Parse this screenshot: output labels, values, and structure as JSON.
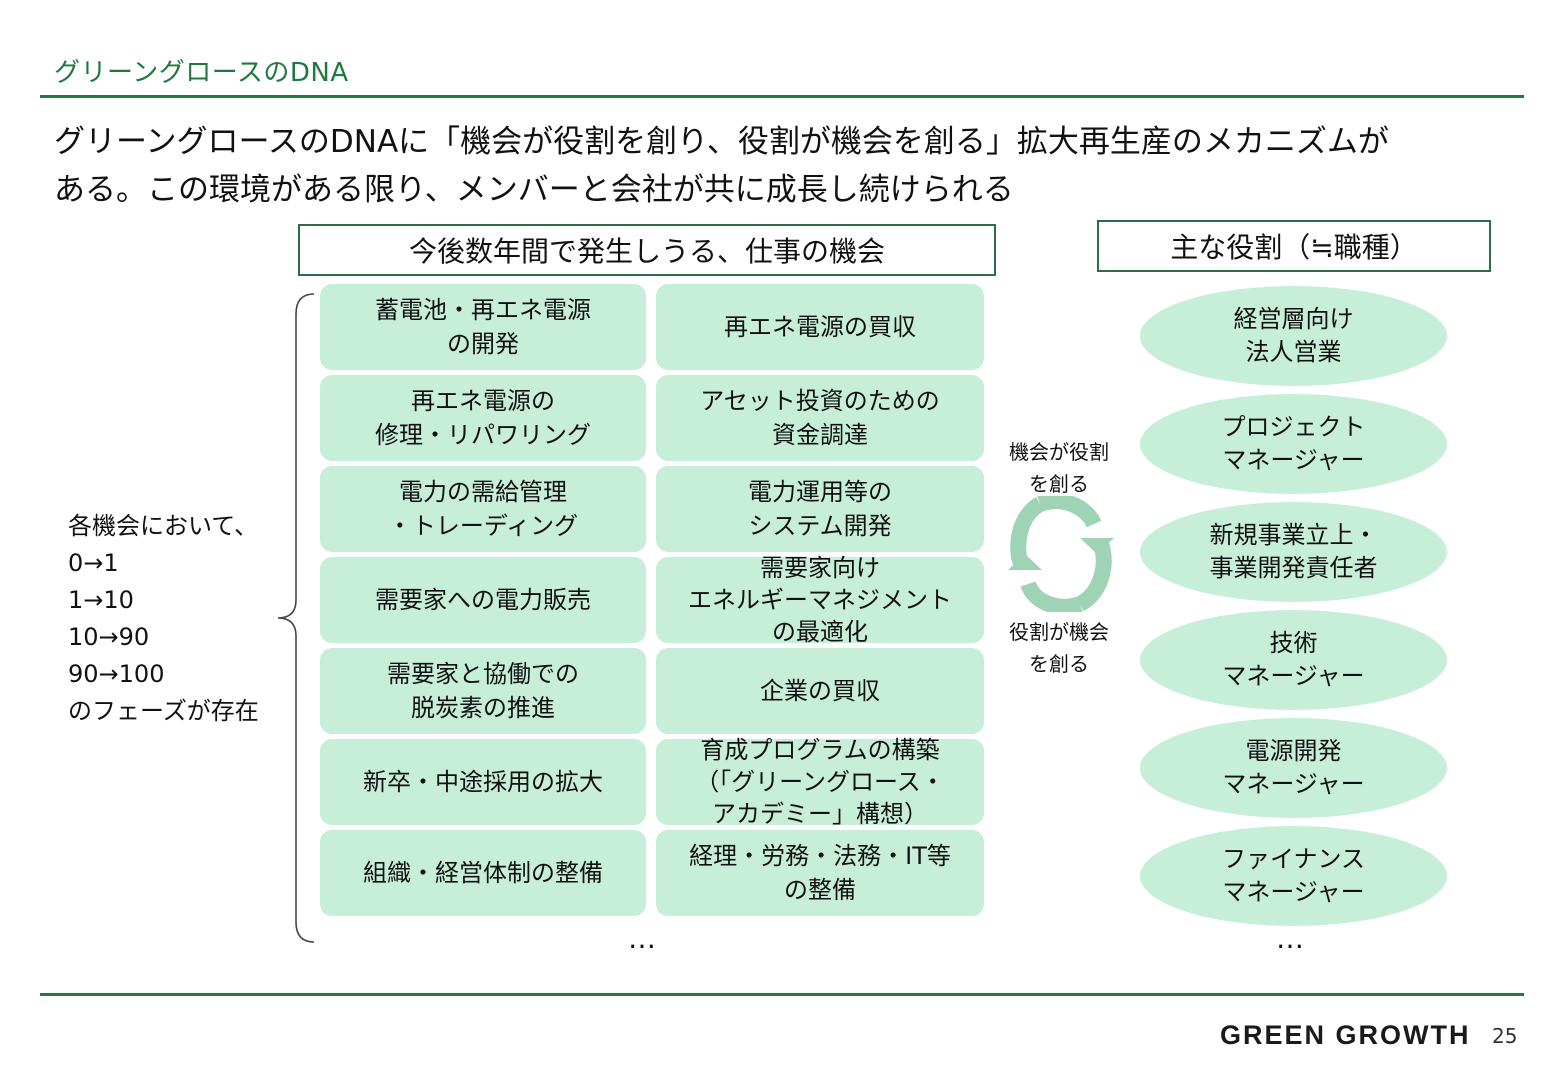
{
  "section_title": "グリーングロースのDNA",
  "headline": {
    "line1": "グリーングロースのDNAに「機会が役割を創り、役割が機会を創る」拡大再生産のメカニズムが",
    "line2": "ある。この環境がある限り、メンバーと会社が共に成長し続けられる"
  },
  "opportunities": {
    "header": "今後数年間で発生しうる、仕事の機会",
    "left_column": [
      "蓄電池・再エネ電源\nの開発",
      "再エネ電源の\n修理・リパワリング",
      "電力の需給管理\n・トレーディング",
      "需要家への電力販売",
      "需要家と協働での\n脱炭素の推進",
      "新卒・中途採用の拡大",
      "組織・経営体制の整備"
    ],
    "right_column": [
      "再エネ電源の買収",
      "アセット投資のための\n資金調達",
      "電力運用等の\nシステム開発",
      "需要家向け\nエネルギーマネジメント\nの最適化",
      "企業の買収",
      "育成プログラムの構築\n（「グリーングロース・\nアカデミー」構想）",
      "経理・労務・法務・IT等\nの整備"
    ],
    "more": "…"
  },
  "phases": {
    "lines": [
      "各機会において、",
      "0→1",
      "1→10",
      "10→90",
      "90→100",
      "のフェーズが存在"
    ]
  },
  "cycle": {
    "top_label": "機会が役割\nを創る",
    "bottom_label": "役割が機会\nを創る",
    "color": "#9fd3b5"
  },
  "roles": {
    "header": "主な役割（≒職種）",
    "items": [
      "経営層向け\n法人営業",
      "プロジェクト\nマネージャー",
      "新規事業立上・\n事業開発責任者",
      "技術\nマネージャー",
      "電源開発\nマネージャー",
      "ファイナンス\nマネージャー"
    ],
    "more": "…"
  },
  "footer": {
    "logo": "GREEN GROWTH",
    "page": "25"
  },
  "colors": {
    "accent": "#1e7a3e",
    "cell_fill": "#c6eed9"
  }
}
